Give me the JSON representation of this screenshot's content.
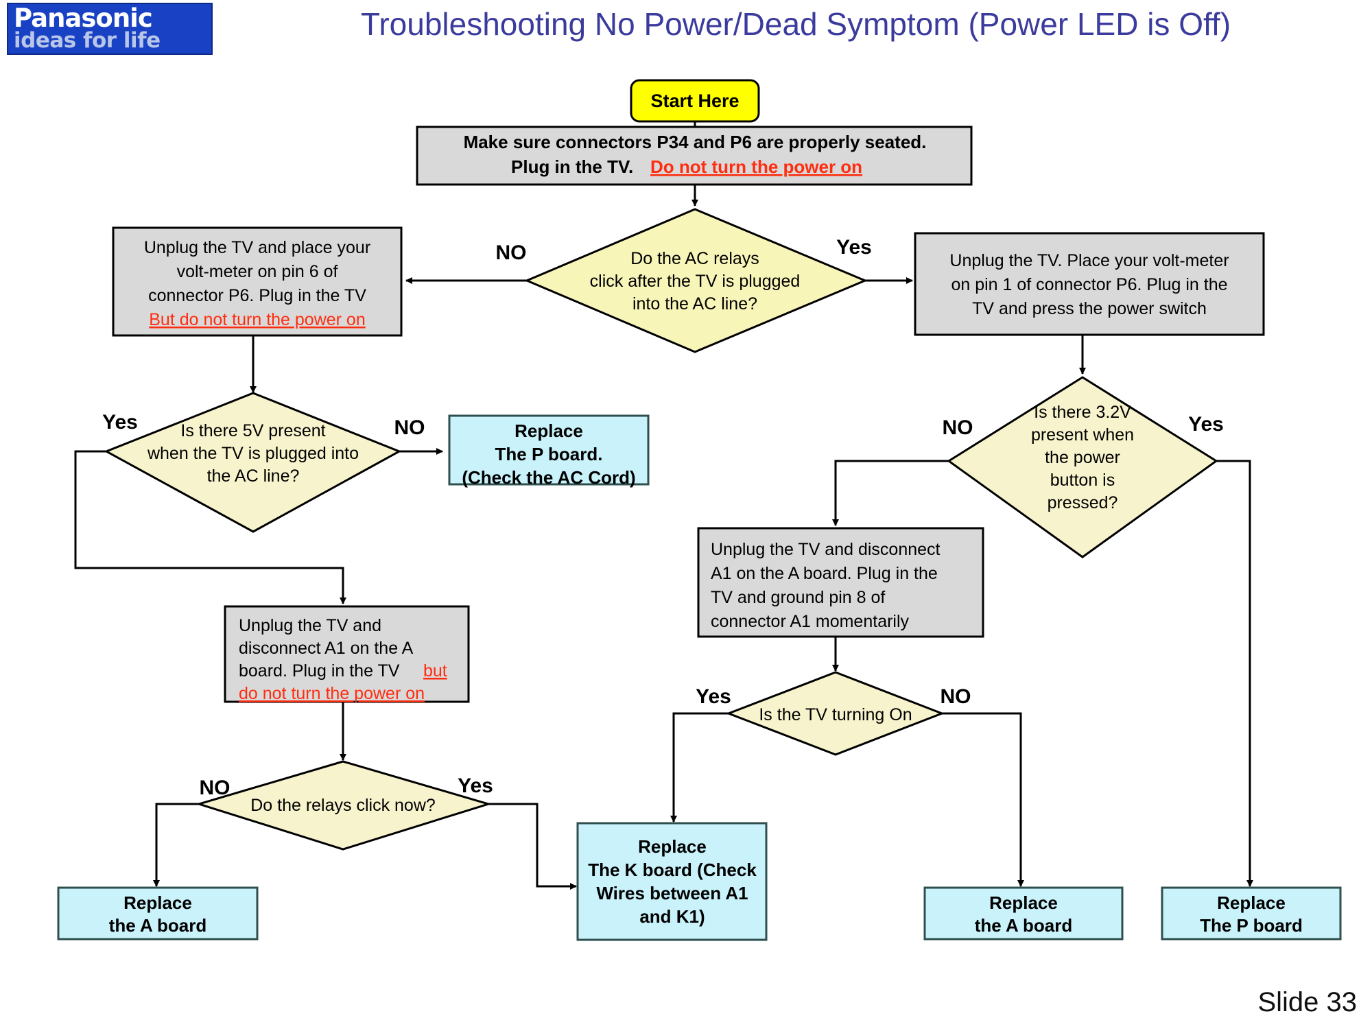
{
  "brand": {
    "line1": "Panasonic",
    "line2": "ideas for life"
  },
  "header": {
    "title": "Troubleshooting No Power/Dead Symptom (Power LED is Off)",
    "title_color": "#3b3b9e"
  },
  "footer": {
    "slide_label": "Slide 33"
  },
  "colors": {
    "process_fill": "#d9d9d9",
    "terminal_fill": "#c9f2fa",
    "decision_fill": "#f8f5b9",
    "start_fill": "#ffff00",
    "warning_text": "#ff2d10"
  },
  "chart_data": {
    "type": "diagram",
    "diagram_kind": "flowchart",
    "title": "Troubleshooting No Power/Dead Symptom (Power LED is Off)",
    "nodes": [
      {
        "id": "start",
        "kind": "start",
        "text": "Start Here"
      },
      {
        "id": "p_seat",
        "kind": "process",
        "lines": [
          "Make sure connectors P34 and P6 are properly seated.",
          "Plug in the TV.  ",
          "Do not turn the power on"
        ],
        "warning": "Do not turn the power on"
      },
      {
        "id": "d_relays",
        "kind": "decision",
        "lines": [
          "Do the AC relays",
          "click after the TV  is plugged",
          "into the AC line?"
        ]
      },
      {
        "id": "p_pin6",
        "kind": "process",
        "lines": [
          "Unplug the TV and place your",
          "volt-meter on pin 6 of",
          "connector P6. Plug in the TV",
          "But do not turn the power on"
        ],
        "warning": "But do not turn the power on"
      },
      {
        "id": "p_pin1",
        "kind": "process",
        "lines": [
          "Unplug the TV. Place your volt-meter",
          "on pin 1 of connector P6. Plug in the",
          "TV and press the power switch"
        ]
      },
      {
        "id": "d_5v",
        "kind": "decision",
        "lines": [
          "Is there 5V present",
          "when the TV is  plugged into",
          "the AC line?"
        ]
      },
      {
        "id": "t_pboard_ac",
        "kind": "terminal",
        "lines": [
          "Replace",
          "The P board.",
          "(Check the AC Cord)"
        ]
      },
      {
        "id": "d_32v",
        "kind": "decision",
        "lines": [
          "Is there  3.2V",
          "present when",
          "the power",
          "button is",
          "pressed?"
        ]
      },
      {
        "id": "p_a1_gnd",
        "kind": "process",
        "lines": [
          "Unplug the TV and disconnect",
          "A1 on the A board. Plug in the",
          "TV and ground pin 8 of",
          "connector A1 momentarily"
        ]
      },
      {
        "id": "p_a1_nopwr",
        "kind": "process",
        "lines": [
          "Unplug the TV and",
          "disconnect A1 on the A",
          "board. Plug in the TV ",
          "but",
          "do not turn the power on"
        ],
        "warning": "but do not turn the power on"
      },
      {
        "id": "d_tvon",
        "kind": "decision",
        "lines": [
          "Is the TV turning On"
        ]
      },
      {
        "id": "d_relays2",
        "kind": "decision",
        "lines": [
          "Do the relays click now?"
        ]
      },
      {
        "id": "t_aboard_l",
        "kind": "terminal",
        "lines": [
          "Replace",
          "the A board"
        ]
      },
      {
        "id": "t_kboard",
        "kind": "terminal",
        "lines": [
          "Replace",
          "The K board (Check",
          "Wires between A1",
          "and K1)"
        ]
      },
      {
        "id": "t_aboard_r",
        "kind": "terminal",
        "lines": [
          "Replace",
          "the A board"
        ]
      },
      {
        "id": "t_pboard_r",
        "kind": "terminal",
        "lines": [
          "Replace",
          "The P board"
        ]
      }
    ],
    "edges": [
      {
        "from": "start",
        "to": "p_seat",
        "label": ""
      },
      {
        "from": "p_seat",
        "to": "d_relays",
        "label": ""
      },
      {
        "from": "d_relays",
        "to": "p_pin6",
        "label": "NO"
      },
      {
        "from": "d_relays",
        "to": "p_pin1",
        "label": "Yes"
      },
      {
        "from": "p_pin6",
        "to": "d_5v",
        "label": ""
      },
      {
        "from": "d_5v",
        "to": "t_pboard_ac",
        "label": "NO"
      },
      {
        "from": "d_5v",
        "to": "p_a1_nopwr",
        "label": "Yes"
      },
      {
        "from": "p_pin1",
        "to": "d_32v",
        "label": ""
      },
      {
        "from": "d_32v",
        "to": "p_a1_gnd",
        "label": "NO"
      },
      {
        "from": "d_32v",
        "to": "t_pboard_r",
        "label": "Yes"
      },
      {
        "from": "p_a1_gnd",
        "to": "d_tvon",
        "label": ""
      },
      {
        "from": "d_tvon",
        "to": "t_kboard",
        "label": "Yes"
      },
      {
        "from": "d_tvon",
        "to": "t_aboard_r",
        "label": "NO"
      },
      {
        "from": "p_a1_nopwr",
        "to": "d_relays2",
        "label": ""
      },
      {
        "from": "d_relays2",
        "to": "t_aboard_l",
        "label": "NO"
      },
      {
        "from": "d_relays2",
        "to": "t_kboard",
        "label": "Yes"
      }
    ]
  },
  "nodes": {
    "start": {
      "l0": "Start Here"
    },
    "p_seat": {
      "l0": "Make sure connectors P34 and P6 are properly seated.",
      "l1a": "Plug in the TV.  ",
      "l1b": "Do not turn the power on"
    },
    "d_relays": {
      "l0": "Do the AC relays",
      "l1": "click after the TV  is plugged",
      "l2": "into the AC line?"
    },
    "p_pin6": {
      "l0": "Unplug the TV and place your",
      "l1": "volt-meter on pin 6 of",
      "l2": "connector P6. Plug in the TV",
      "l3": "But do not turn the power on"
    },
    "p_pin1": {
      "l0": "Unplug the TV. Place your volt-meter",
      "l1": "on pin 1 of connector P6. Plug in the",
      "l2": "TV and press the power switch"
    },
    "d_5v": {
      "l0": "Is there 5V present",
      "l1": "when the TV is  plugged into",
      "l2": "the AC line?"
    },
    "t_pboard_ac": {
      "l0": "Replace",
      "l1": "The P board.",
      "l2": "(Check the AC Cord)"
    },
    "d_32v": {
      "l0": "Is there  3.2V",
      "l1": "present when",
      "l2": "the power",
      "l3": "button is",
      "l4": "pressed?"
    },
    "p_a1_gnd": {
      "l0": "Unplug the TV and disconnect",
      "l1": "A1 on the A board. Plug in the",
      "l2": "TV and ground pin 8 of",
      "l3": "connector A1 momentarily"
    },
    "p_a1_nopwr": {
      "l0": "Unplug the TV and",
      "l1": "disconnect A1 on the A",
      "l2a": "board. Plug in the TV ",
      "l2b": "but",
      "l3": "do not turn the power on"
    },
    "d_tvon": {
      "l0": "Is the TV turning On"
    },
    "d_relays2": {
      "l0": "Do the relays click now?"
    },
    "t_aboard_l": {
      "l0": "Replace",
      "l1": "the A board"
    },
    "t_kboard": {
      "l0": "Replace",
      "l1": "The K board (Check",
      "l2": "Wires between A1",
      "l3": "and K1)"
    },
    "t_aboard_r": {
      "l0": "Replace",
      "l1": "the A board"
    },
    "t_pboard_r": {
      "l0": "Replace",
      "l1": "The P board"
    }
  },
  "edge_labels": {
    "relays_no": "NO",
    "relays_yes": "Yes",
    "v5_yes": "Yes",
    "v5_no": "NO",
    "v32_no": "NO",
    "v32_yes": "Yes",
    "tvon_yes": "Yes",
    "tvon_no": "NO",
    "relays2_no": "NO",
    "relays2_yes": "Yes"
  }
}
